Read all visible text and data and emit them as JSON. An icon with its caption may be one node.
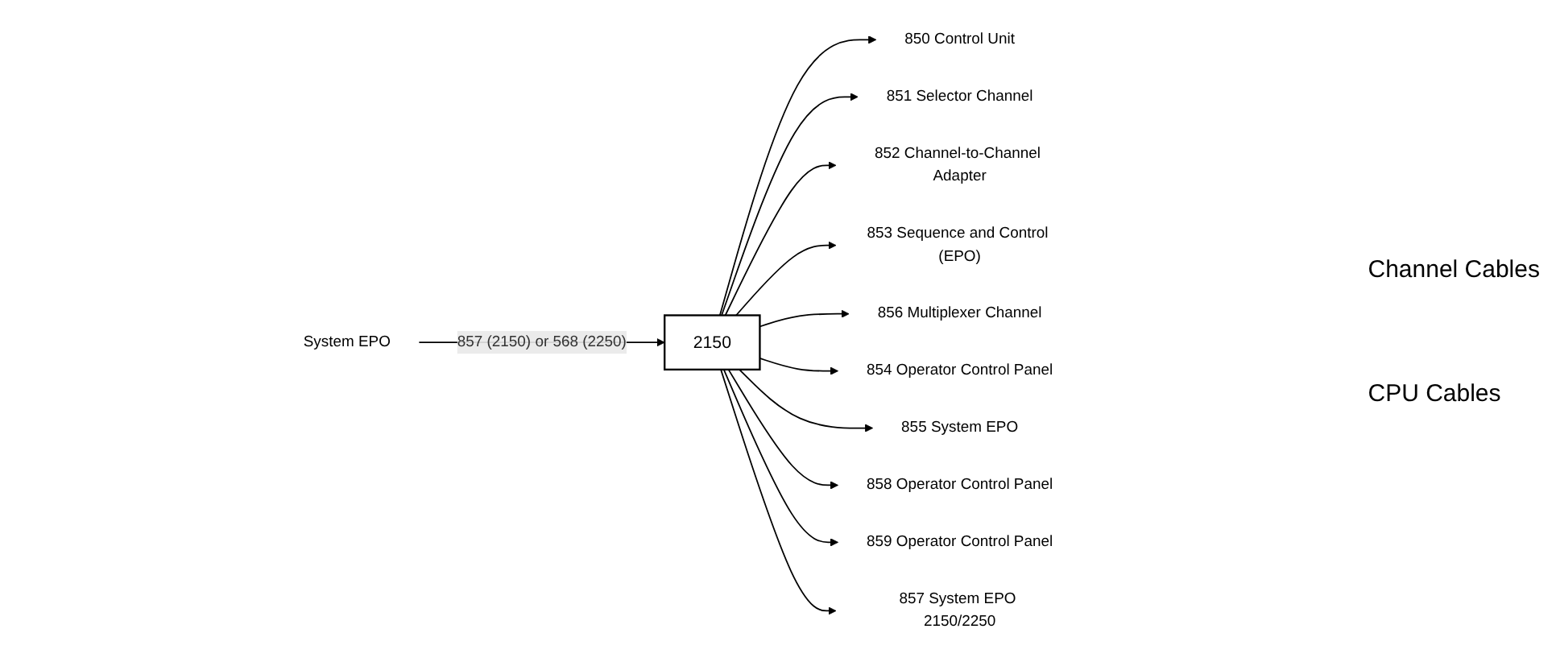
{
  "diagram": {
    "nodes": [
      {
        "text": [
          "2150"
        ]
      },
      {
        "text": [
          "850 Control Unit"
        ]
      },
      {
        "text": [
          "851 Selector Channel"
        ]
      },
      {
        "text": [
          "852 Channel-to-Channel Adapter"
        ]
      },
      {
        "text": [
          "853 Sequence and Control (EPO)"
        ]
      },
      {
        "text": [
          "856 Multiplexer Channel"
        ]
      },
      {
        "text": [
          "854 Operator Control Panel"
        ]
      },
      {
        "text": [
          "855 System EPO"
        ]
      },
      {
        "text": [
          "858 Operator Control Panel"
        ]
      },
      {
        "text": [
          "859 Operator Control Panel"
        ]
      },
      {
        "text": [
          "857 System EPO 2150/2250"
        ]
      },
      {
        "text": [
          "System EPO"
        ]
      }
    ],
    "edges": [
      {
        "from": 0,
        "to": 1,
        "arrow": "to"
      },
      {
        "from": 0,
        "to": 2,
        "arrow": "to"
      },
      {
        "from": 0,
        "to": 3,
        "arrow": "to"
      },
      {
        "from": 0,
        "to": 4,
        "arrow": "to"
      },
      {
        "from": 0,
        "to": 5,
        "arrow": "to"
      },
      {
        "from": 0,
        "to": 6,
        "arrow": "to"
      },
      {
        "from": 0,
        "to": 7,
        "arrow": "to"
      },
      {
        "from": 0,
        "to": 8,
        "arrow": "to"
      },
      {
        "from": 0,
        "to": 9,
        "arrow": "to"
      },
      {
        "from": 0,
        "to": 10,
        "arrow": "to"
      },
      {
        "from": 11,
        "to": 0,
        "arrow": "to",
        "label": "857 (2150) or 568 (2250)"
      }
    ],
    "labels": [
      "Channel Cables",
      "CPU Cables"
    ]
  }
}
